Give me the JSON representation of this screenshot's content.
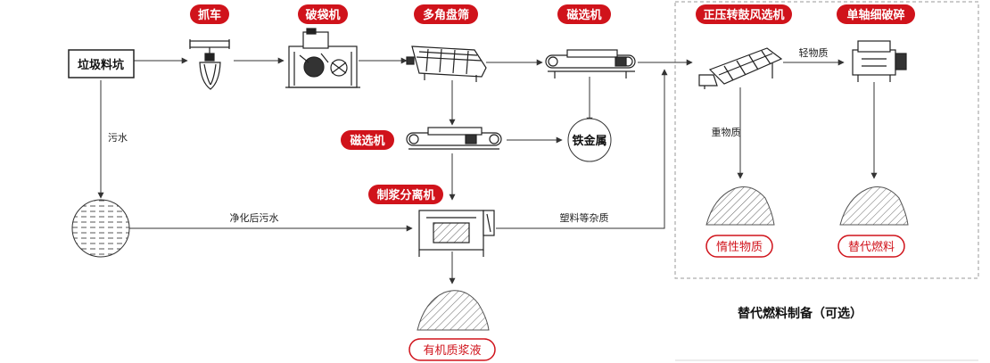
{
  "colors": {
    "accent": "#d0131b",
    "line": "#333333",
    "dashed": "#9a9a9a"
  },
  "labels": {
    "pit": "垃圾料坑",
    "grab": "抓车",
    "bag_breaker": "破袋机",
    "polygon_screen": "多角盘筛",
    "magnetic_top": "磁选机",
    "magnetic_mid": "磁选机",
    "pulping_separator": "制浆分离机",
    "drum_winnower": "正压转鼓风选机",
    "single_shaft_shredder": "单轴细破碎",
    "iron_metal": "铁金属",
    "inert_matter": "惰性物质",
    "substitute_fuel": "替代燃料",
    "organic_slurry": "有机质浆液",
    "sewage": "污水",
    "purified_sewage": "净化后污水",
    "plastic_impurities": "塑料等杂质",
    "light_matter": "轻物质",
    "heavy_matter": "重物质",
    "optional_section": "替代燃料制备（可选）"
  }
}
